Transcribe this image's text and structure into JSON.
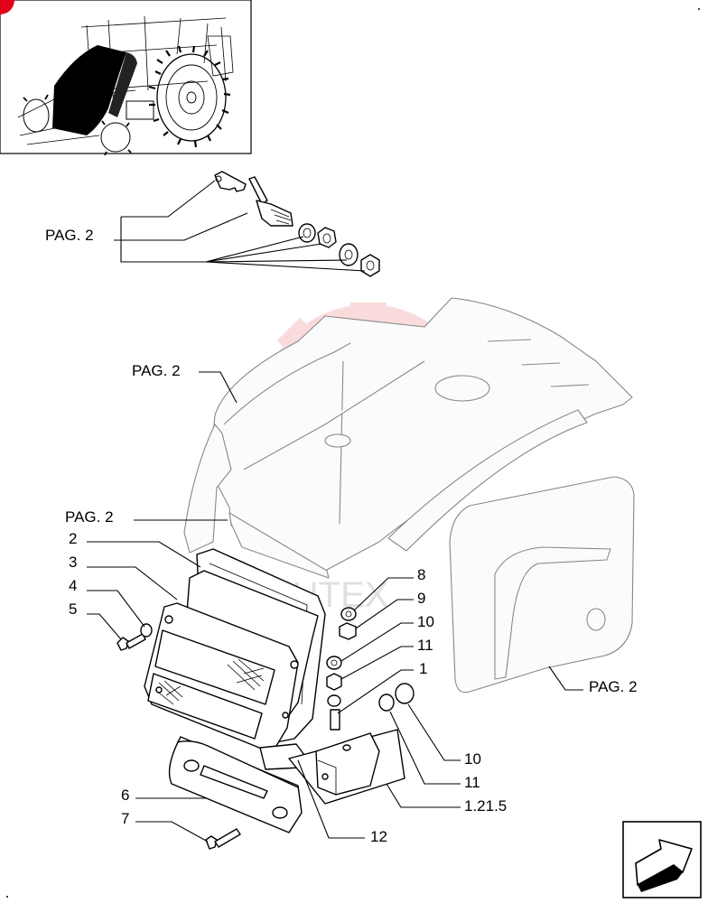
{
  "watermark": {
    "text": "ИНТЕХ",
    "color": "#f08080"
  },
  "thumbnail": {
    "badge_color": "#e2001a"
  },
  "callouts": {
    "pag_top": "PAG. 2",
    "pag_fender": "PAG. 2",
    "pag_light": "PAG. 2",
    "pag_side": "PAG. 2",
    "n1": "1",
    "n2": "2",
    "n3": "3",
    "n4": "4",
    "n5": "5",
    "n6": "6",
    "n7": "7",
    "n8": "8",
    "n9": "9",
    "n10a": "10",
    "n11a": "11",
    "n10b": "10",
    "n11b": "11",
    "n1215": "1.21.5",
    "n12": "12"
  },
  "nav": {
    "icon": "next-page-arrow-icon"
  }
}
